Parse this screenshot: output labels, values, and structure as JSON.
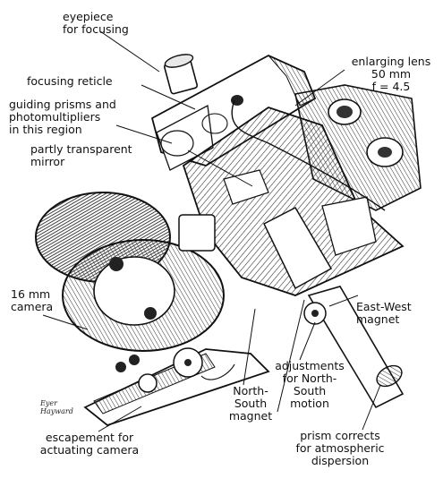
{
  "labels": {
    "eyepiece": "eyepiece\nfor focusing",
    "reticle": "focusing reticle",
    "prisms": "guiding prisms and\nphotomultipliers\nin this region",
    "mirror": "partly transparent\nmirror",
    "lens": "enlarging lens\n50 mm\nf = 4.5",
    "camera": "16 mm\ncamera",
    "eastwest": "East-West\nmagnet",
    "adjust": "adjustments\nfor North-\nSouth\nmotion",
    "nsmagnet": "North-\nSouth\nmagnet",
    "escapement": "escapement for\nactuating camera",
    "prism": "prism corrects\nfor atmospheric\ndispersion"
  },
  "signature": "Eyer\nHayward"
}
